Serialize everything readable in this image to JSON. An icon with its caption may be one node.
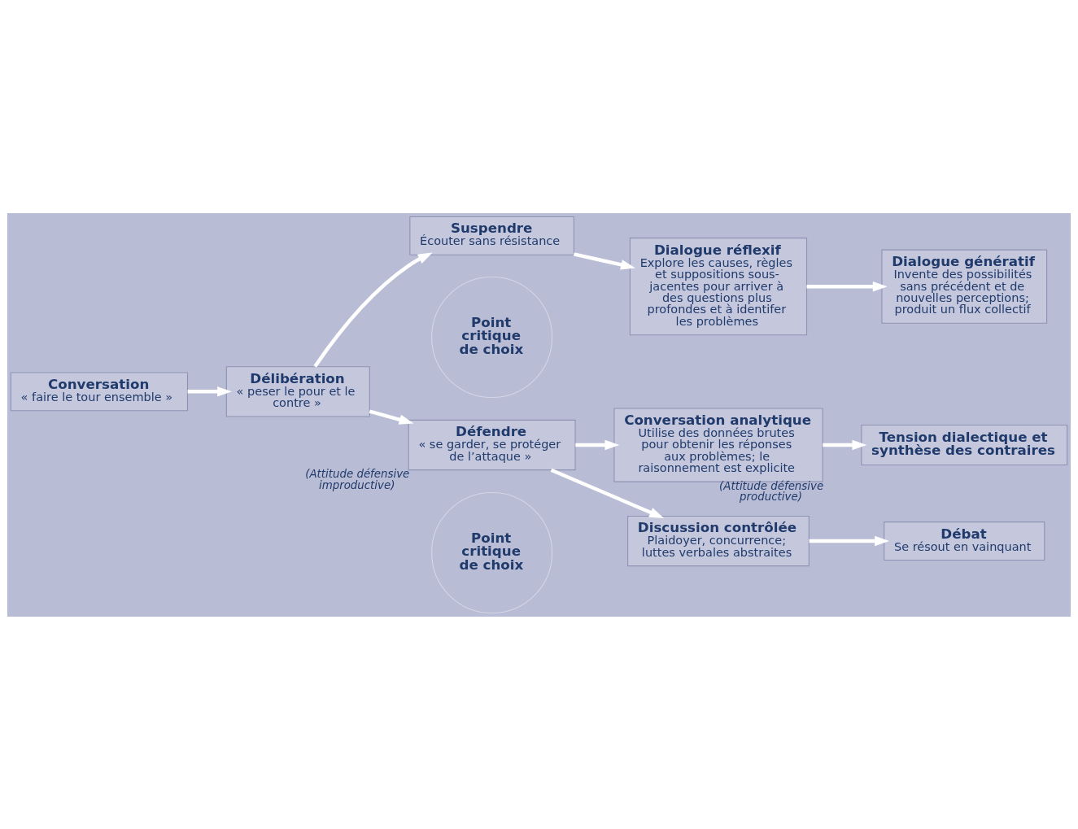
{
  "diagram": {
    "nodes": [
      {
        "text": [
          "Conversation",
          "« faire le tour ensemble »"
        ]
      },
      {
        "text": [
          "Délibération",
          "« peser le pour et le contre »"
        ]
      },
      {
        "text": [
          "Suspendre",
          "Écouter sans résistance"
        ]
      },
      {
        "text": [
          "Dialogue réflexif",
          "Explore les causes, règles et suppositions sous-jacentes pour arriver à des questions plus profondes et à identifer les problèmes"
        ]
      },
      {
        "text": [
          "Dialogue génératif",
          "Invente des possibilités sans précédent et de nouvelles perceptions; produit un flux collectif"
        ]
      },
      {
        "text": [
          "Point critique de choix"
        ]
      },
      {
        "text": [
          "Conversation analytique",
          "Utilise des données brutes pour obtenir les réponses aux problèmes; le raisonnement est explicite"
        ],
        "beside": [
          "(Attitude défensive productive)"
        ]
      },
      {
        "text": [
          "Tension dialectique et synthèse des contraires"
        ]
      },
      {
        "text": [
          "Défendre",
          "« se garder, se protéger de l’attaque »"
        ],
        "beside": [
          "(Attitude défensive improductive)"
        ]
      },
      {
        "text": [
          "Point critique de choix"
        ]
      },
      {
        "text": [
          "Discussion contrôlée",
          "Plaidoyer, concurrence; luttes verbales abstraites"
        ]
      },
      {
        "text": [
          "Débat",
          "Se résout en vainquant"
        ]
      }
    ],
    "edges": [
      {
        "from": 0,
        "to": 1,
        "arrow": "to"
      },
      {
        "from": 1,
        "to": 2,
        "arrow": "to"
      },
      {
        "from": 1,
        "to": 8,
        "arrow": "to"
      },
      {
        "from": 2,
        "to": 3,
        "arrow": "to"
      },
      {
        "from": 3,
        "to": 4,
        "arrow": "to"
      },
      {
        "from": 8,
        "to": 6,
        "arrow": "to"
      },
      {
        "from": 6,
        "to": 7,
        "arrow": "to"
      },
      {
        "from": 8,
        "to": 10,
        "arrow": "to"
      },
      {
        "from": 10,
        "to": 11,
        "arrow": "to"
      }
    ]
  }
}
